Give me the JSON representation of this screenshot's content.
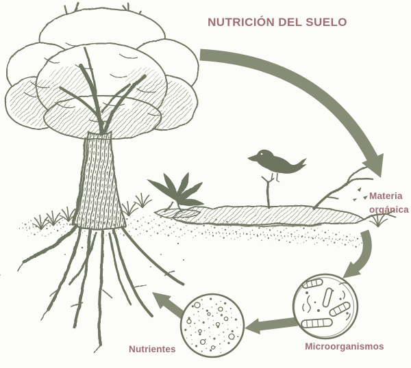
{
  "title": "NUTRICIÓN DEL SUELO",
  "cycle": {
    "description_visible_stages_in_order": [
      "Materia orgánica",
      "Microorganismos",
      "Nutrientes"
    ],
    "stages": [
      {
        "label": "Materia orgánica"
      },
      {
        "label": "Microorganismos"
      },
      {
        "label": "Nutrientes"
      }
    ]
  },
  "colors": {
    "background": "#FCFCF9",
    "ink": "#6E7460",
    "arrow": "#868C76",
    "label": "#9B6E72"
  }
}
